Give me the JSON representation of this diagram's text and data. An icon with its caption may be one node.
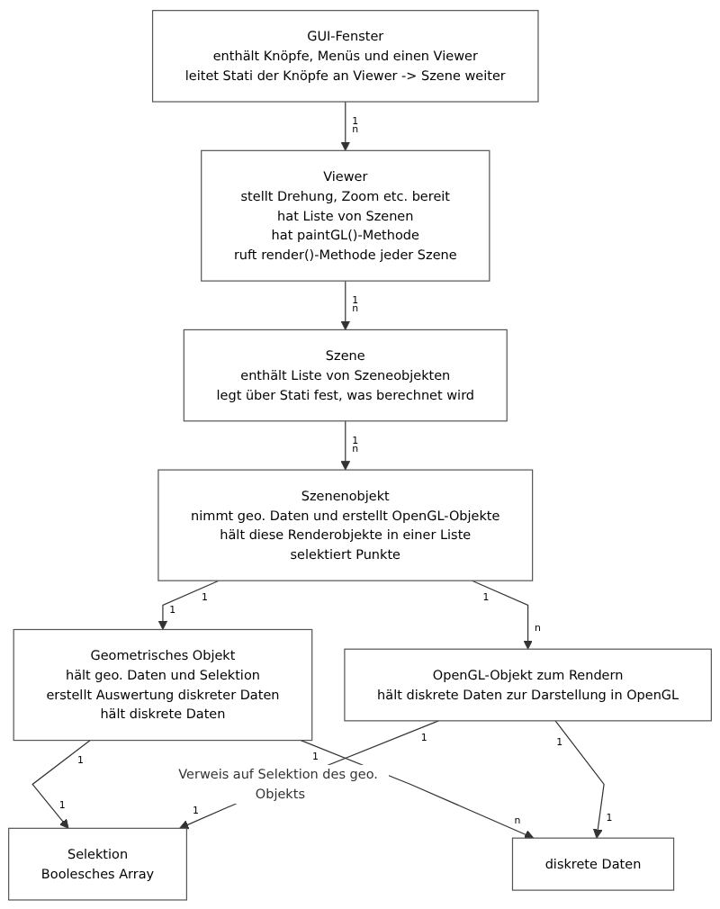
{
  "diagram": {
    "nodes": [
      {
        "text": [
          "GUI-Fenster",
          "enthält Knöpfe, Menüs und einen Viewer",
          "leitet Stati der Knöpfe an Viewer -> Szene weiter"
        ]
      },
      {
        "text": [
          "Viewer",
          "stellt Drehung, Zoom etc. bereit",
          "hat Liste von Szenen",
          "hat paintGL()-Methode",
          "ruft render()-Methode jeder Szene"
        ]
      },
      {
        "text": [
          "Szene",
          "enthält Liste von Szeneobjekten",
          "legt über Stati fest, was berechnet wird"
        ]
      },
      {
        "text": [
          "Szenenobjekt",
          "nimmt geo. Daten und erstellt OpenGL-Objekte",
          "hält diese Renderobjekte in einer Liste",
          "selektiert Punkte"
        ]
      },
      {
        "text": [
          "Geometrisches Objekt",
          "hält geo. Daten und Selektion",
          "erstellt Auswertung diskreter Daten",
          "hält diskrete Daten"
        ]
      },
      {
        "text": [
          "OpenGL-Objekt zum Rendern",
          "hält diskrete Daten zur Darstellung in OpenGL"
        ]
      },
      {
        "text": [
          "Selektion",
          "Boolesches Array"
        ]
      },
      {
        "text": [
          "diskrete Daten"
        ]
      }
    ],
    "edges": [
      {
        "from": 0,
        "to": 1,
        "arrow": "to"
      },
      {
        "from": 1,
        "to": 2,
        "arrow": "to"
      },
      {
        "from": 2,
        "to": 3,
        "arrow": "to"
      },
      {
        "from": 3,
        "to": 4,
        "arrow": "to"
      },
      {
        "from": 3,
        "to": 5,
        "arrow": "to"
      },
      {
        "from": 4,
        "to": 6,
        "arrow": "to"
      },
      {
        "from": 4,
        "to": 7,
        "arrow": "to"
      },
      {
        "from": 5,
        "to": 6,
        "arrow": "to",
        "label": "Verweis auf Selektion des geo. Objekts"
      },
      {
        "from": 5,
        "to": 7,
        "arrow": "to"
      }
    ],
    "labels": [
      "1",
      "n",
      "1",
      "n",
      "1",
      "n",
      "1",
      "1",
      "1",
      "n",
      "1",
      "1",
      "1",
      "n",
      "1",
      "1",
      "1",
      "1"
    ]
  }
}
